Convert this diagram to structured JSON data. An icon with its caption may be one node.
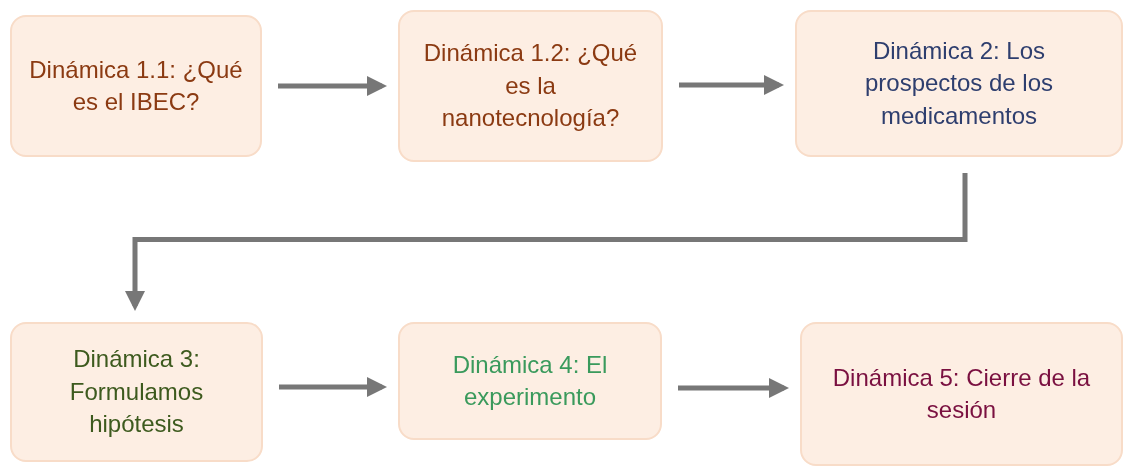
{
  "diagram": {
    "nodes": [
      {
        "text": [
          "Dinámica 1.1: ¿Qué es el IBEC?"
        ]
      },
      {
        "text": [
          "Dinámica 1.2: ¿Qué es la nanotecnología?"
        ]
      },
      {
        "text": [
          "Dinámica 2: Los prospectos de los medicamentos"
        ]
      },
      {
        "text": [
          "Dinámica 3: Formulamos hipótesis"
        ]
      },
      {
        "text": [
          "Dinámica 4: El experimento"
        ]
      },
      {
        "text": [
          "Dinámica 5: Cierre de la sesión"
        ]
      }
    ],
    "edges": [
      {
        "from": 0,
        "to": 1,
        "arrow": "to"
      },
      {
        "from": 1,
        "to": 2,
        "arrow": "to"
      },
      {
        "from": 2,
        "to": 3,
        "arrow": "to"
      },
      {
        "from": 3,
        "to": 4,
        "arrow": "to"
      },
      {
        "from": 4,
        "to": 5,
        "arrow": "to"
      }
    ]
  }
}
